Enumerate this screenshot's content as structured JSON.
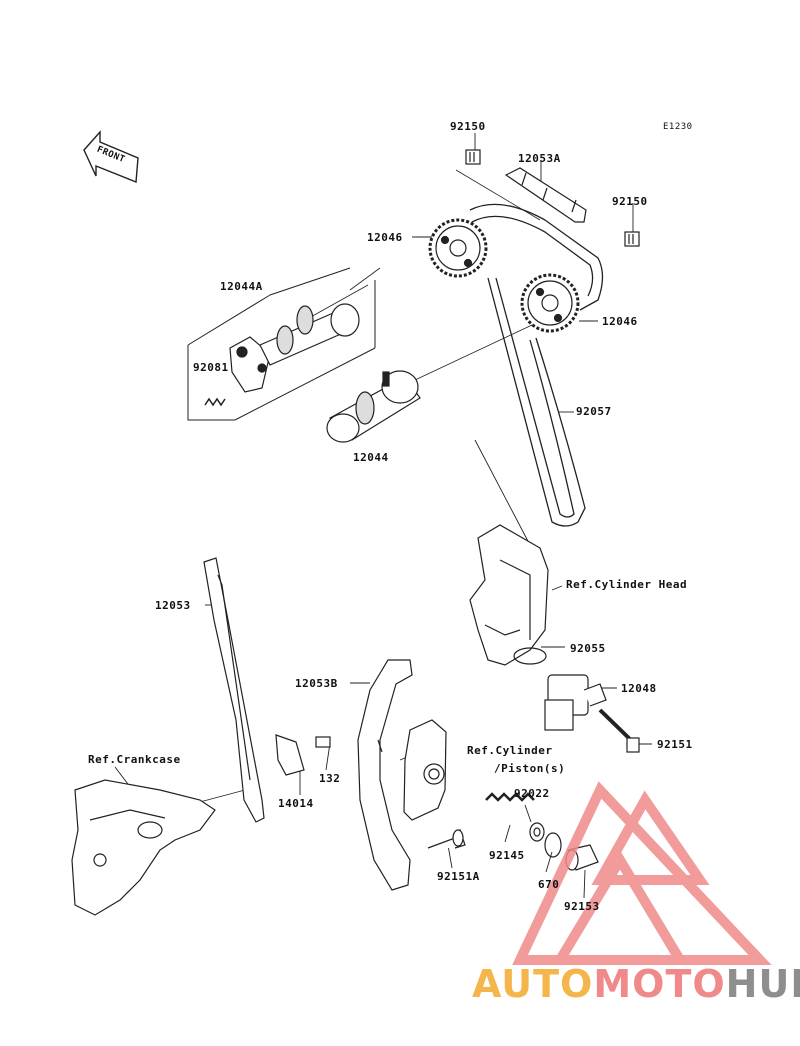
{
  "diagram": {
    "code": "E1230",
    "front_label": "FRONT",
    "labels": {
      "p92150_top": "92150",
      "p12053A": "12053A",
      "p92150_right": "92150",
      "p12046_left": "12046",
      "p12046_right": "12046",
      "p12044A": "12044A",
      "p92081": "92081",
      "p12044": "12044",
      "p92057": "92057",
      "ref_cyl_head": "Ref.Cylinder Head",
      "p92055": "92055",
      "p12048": "12048",
      "p92151": "92151",
      "p12053": "12053",
      "p12053B": "12053B",
      "ref_crankcase": "Ref.Crankcase",
      "p132": "132",
      "p14014": "14014",
      "ref_cyl_piston_1": "Ref.Cylinder",
      "ref_cyl_piston_2": "/Piston(s)",
      "p92022": "92022",
      "p92145": "92145",
      "p670": "670",
      "p92151A": "92151A",
      "p92153": "92153"
    }
  },
  "watermark": {
    "part1": "AUTO",
    "part2": "MOTO",
    "part3": "HUB",
    "color_auto": "#f4b64a",
    "color_moto": "#f08a8a",
    "color_hub": "#8e8e8e"
  }
}
